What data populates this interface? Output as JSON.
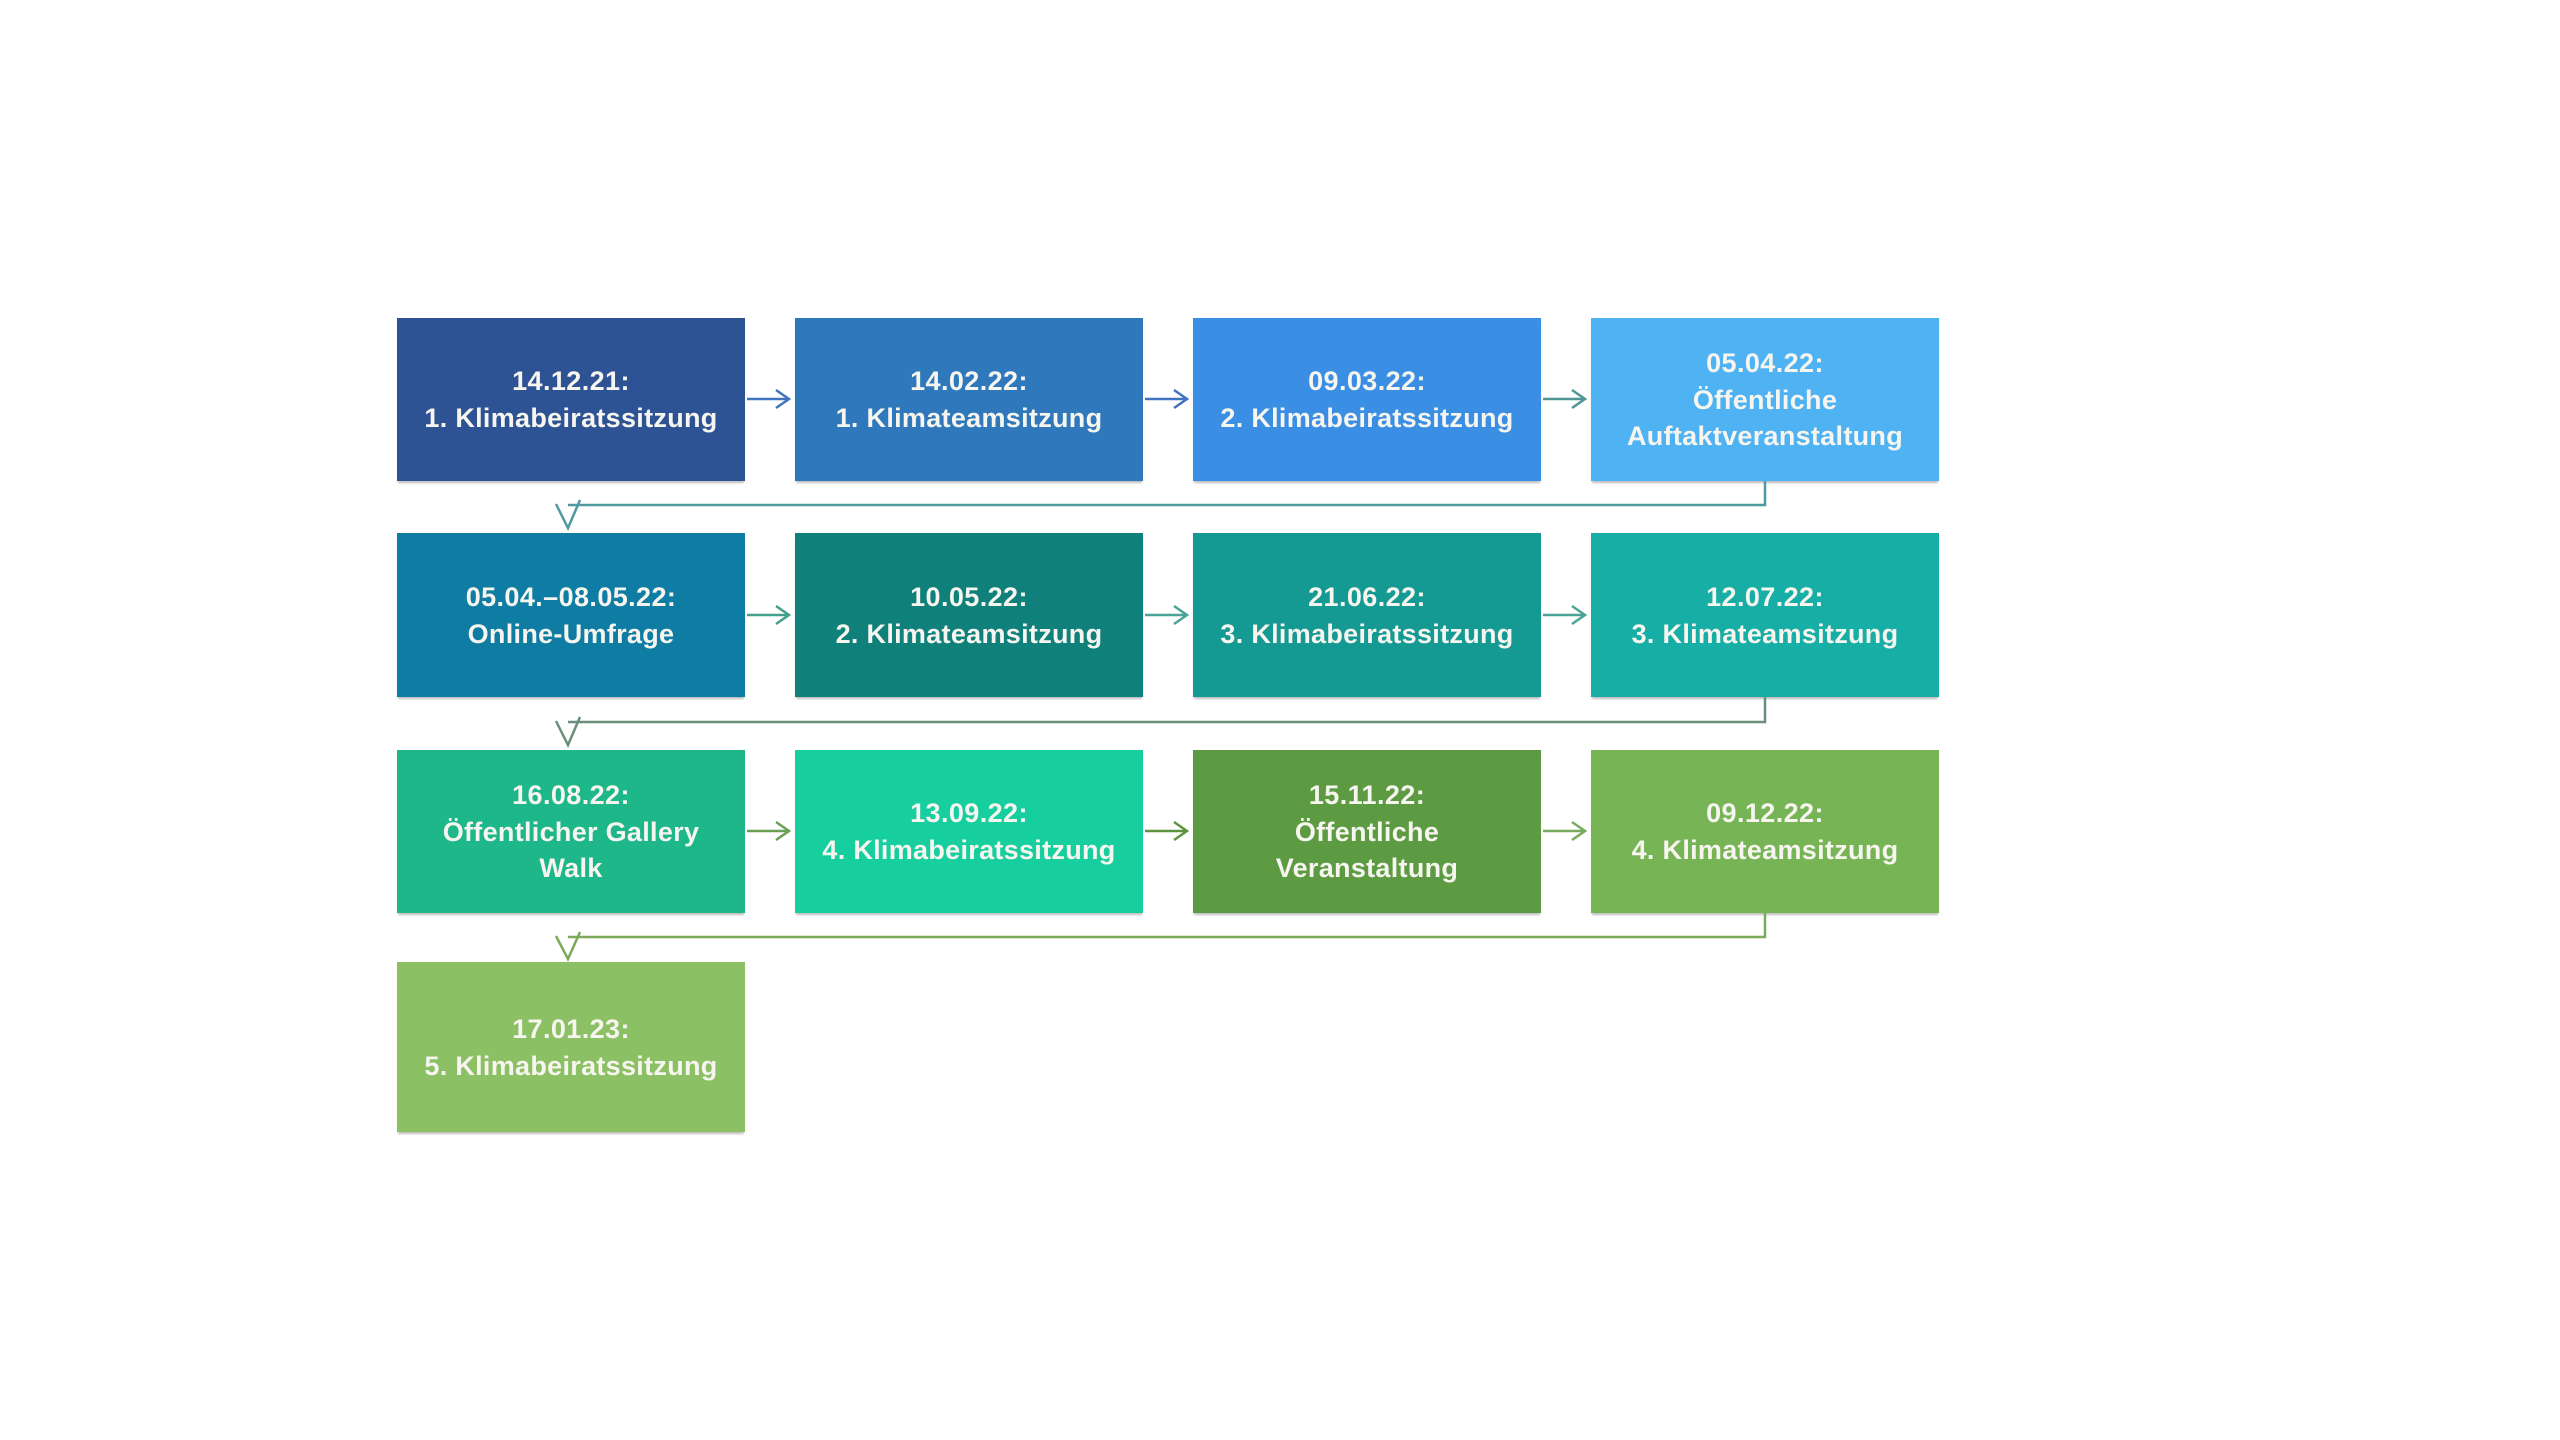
{
  "diagram": {
    "description": "Klimabeirat timeline flowchart",
    "text_color": "#f7f5ef",
    "rows": [
      {
        "boxes": [
          {
            "date": "14.12.21:",
            "title": "1. Klimabeiratssitzung",
            "color": "#2e5394"
          },
          {
            "date": "14.02.22:",
            "title": "1. Klimateamsitzung",
            "color": "#2e78bb"
          },
          {
            "date": "09.03.22:",
            "title": "2. Klimabeiratssitzung",
            "color": "#3a8ee4"
          },
          {
            "date": "05.04.22:",
            "title": "Öffentliche Auftaktveranstaltung",
            "color": "#4fb2f3"
          }
        ],
        "arrows": [
          "#4273c1",
          "#4273c1",
          "#4f9695"
        ],
        "wrap_connector_color": "#4f9a9e"
      },
      {
        "boxes": [
          {
            "date": "05.04.–08.05.22:",
            "title": "Online-Umfrage",
            "color": "#0f7ca3"
          },
          {
            "date": "10.05.22:",
            "title": "2. Klimateamsitzung",
            "color": "#0f807a"
          },
          {
            "date": "21.06.22:",
            "title": "3. Klimabeiratssitzung",
            "color": "#149a92"
          },
          {
            "date": "12.07.22:",
            "title": "3. Klimateamsitzung",
            "color": "#17aea5"
          }
        ],
        "arrows": [
          "#42a18b",
          "#4aa394",
          "#4aa394"
        ],
        "wrap_connector_color": "#6b8f7c"
      },
      {
        "boxes": [
          {
            "date": "16.08.22:",
            "title": "Öffentlicher Gallery Walk",
            "color": "#1db78a"
          },
          {
            "date": "13.09.22:",
            "title": "4. Klimabeiratssitzung",
            "color": "#17cf9e"
          },
          {
            "date": "15.11.22:",
            "title": "Öffentliche Veranstaltung",
            "color": "#5d9b42"
          },
          {
            "date": "09.12.22:",
            "title": "4. Klimateamsitzung",
            "color": "#76b455"
          }
        ],
        "arrows": [
          "#6aa054",
          "#5e9440",
          "#77ac5e"
        ],
        "wrap_connector_color": "#7bab58"
      },
      {
        "boxes": [
          {
            "date": "17.01.23:",
            "title": "5. Klimabeiratssitzung",
            "color": "#8cc064"
          }
        ],
        "arrows": []
      }
    ]
  }
}
